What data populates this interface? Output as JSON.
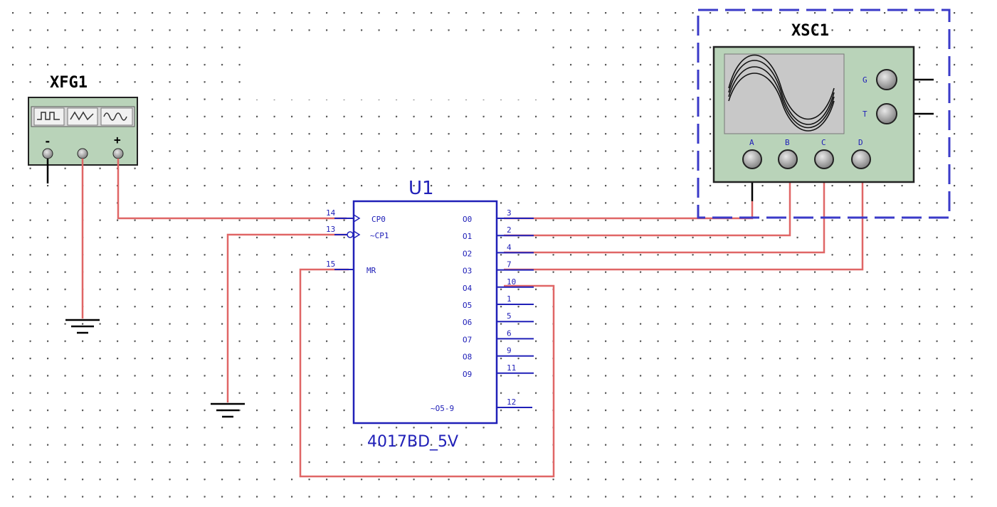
{
  "function_generator": {
    "label": "XFG1",
    "terminals": [
      "-",
      "+"
    ],
    "wave_icons": [
      "square-wave-icon",
      "triangle-wave-icon",
      "sine-wave-icon"
    ]
  },
  "counter_ic": {
    "ref": "U1",
    "part": "4017BD_5V",
    "inputs": [
      {
        "num": "14",
        "name": "CP0"
      },
      {
        "num": "13",
        "name": "~CP1"
      },
      {
        "num": "15",
        "name": "MR"
      }
    ],
    "outputs": [
      {
        "num": "3",
        "name": "O0"
      },
      {
        "num": "2",
        "name": "O1"
      },
      {
        "num": "4",
        "name": "O2"
      },
      {
        "num": "7",
        "name": "O3"
      },
      {
        "num": "10",
        "name": "O4"
      },
      {
        "num": "1",
        "name": "O5"
      },
      {
        "num": "5",
        "name": "O6"
      },
      {
        "num": "6",
        "name": "O7"
      },
      {
        "num": "9",
        "name": "O8"
      },
      {
        "num": "11",
        "name": "O9"
      }
    ],
    "carry_out": {
      "num": "12",
      "name": "~O5-9"
    }
  },
  "oscilloscope": {
    "label": "XSC1",
    "channels": [
      "A",
      "B",
      "C",
      "D"
    ],
    "side_terminals": [
      "G",
      "T"
    ]
  },
  "colors": {
    "wire": "#e06666",
    "component": "#2020b8",
    "instrument_body": "#b9d3b9",
    "screen": "#c8c8c8",
    "dashed_border": "#3a3ac8",
    "grid_dot": "#555555"
  }
}
